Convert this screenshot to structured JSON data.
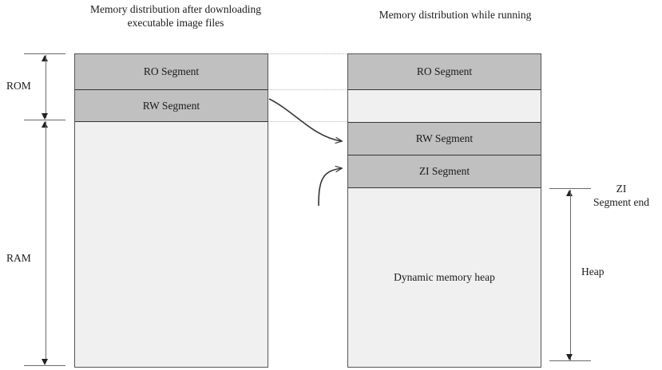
{
  "figure": {
    "left_panel": {
      "title": "Memory distribution after downloading executable image files",
      "segments": [
        {
          "label": "RO Segment",
          "fill": "#c0c0c0"
        },
        {
          "label": "RW Segment",
          "fill": "#c0c0c0"
        },
        {
          "label": "",
          "fill": "#f0f0f0"
        }
      ]
    },
    "right_panel": {
      "title": "Memory distribution while running",
      "segments": [
        {
          "label": "RO Segment",
          "fill": "#c0c0c0"
        },
        {
          "label": "",
          "fill": "#f0f0f0"
        },
        {
          "label": "RW Segment",
          "fill": "#c0c0c0"
        },
        {
          "label": "ZI Segment",
          "fill": "#c0c0c0"
        },
        {
          "label": "Dynamic memory heap",
          "fill": "#f0f0f0"
        }
      ]
    },
    "left_measures": [
      {
        "name": "rom",
        "label": "ROM"
      },
      {
        "name": "ram",
        "label": "RAM"
      }
    ],
    "right_measures": [
      {
        "name": "zi-segment-end",
        "label": "ZI\nSegment end"
      },
      {
        "name": "heap",
        "label": "Heap"
      }
    ],
    "colors": {
      "segment_fill": "#c0c0c0",
      "empty_fill": "#f0f0f0",
      "box_border": "#555555",
      "guide_line": "#b9b9b9",
      "arrow": "#222222"
    }
  }
}
